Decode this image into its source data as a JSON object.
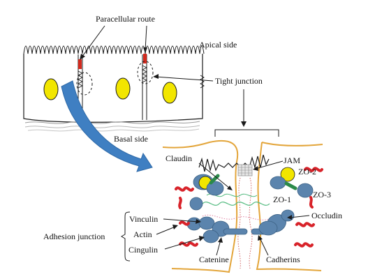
{
  "labels": {
    "paracellular_route": "Paracellular route",
    "apical_side": "Apical side",
    "tight_junction": "Tight junction",
    "basal_side": "Basal side",
    "claudin": "Claudin",
    "jam": "JAM",
    "zo2": "ZO-2",
    "zo3": "ZO-3",
    "zo1": "ZO-1",
    "occludin": "Occludin",
    "vinculin": "Vinculin",
    "actin": "Actin",
    "cingulin": "Cingulin",
    "adhesion_junction": "Adhesion junction",
    "catenine": "Catenine",
    "cadherins": "Cadherins"
  },
  "colors": {
    "outline": "#1a1a1a",
    "nucleus": "#f2e600",
    "route_marker": "#d42a1e",
    "arrow_blue": "#3f7fc2",
    "membrane": "#e3a53a",
    "protein": "#5b84ad",
    "zo_green": "#2b8a4a",
    "actin_red": "#d8232a",
    "strand_green": "#4fb97d",
    "strand_red": "#e0707a"
  }
}
